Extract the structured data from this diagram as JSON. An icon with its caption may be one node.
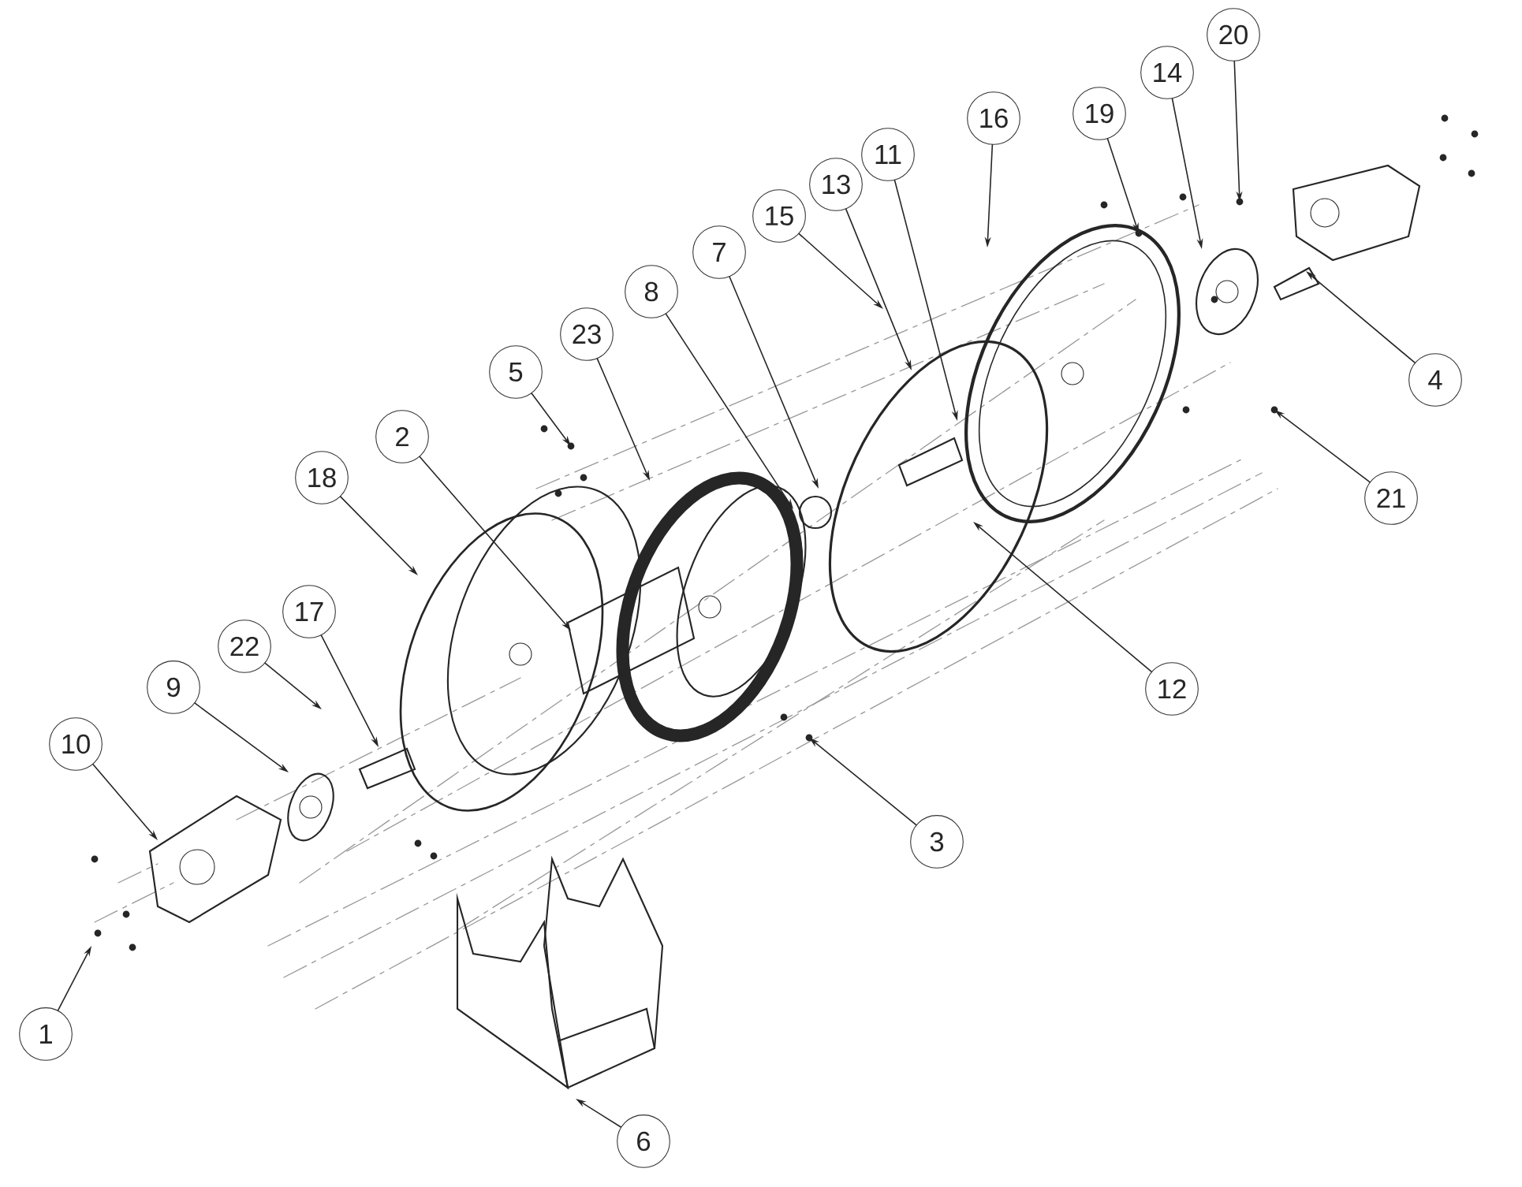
{
  "diagram": {
    "nodes": [
      {
        "text": [
          "20"
        ]
      },
      {
        "text": [
          "14"
        ]
      },
      {
        "text": [
          "16"
        ]
      },
      {
        "text": [
          "19"
        ]
      },
      {
        "text": [
          "11"
        ]
      },
      {
        "text": [
          "13"
        ]
      },
      {
        "text": [
          "15"
        ]
      },
      {
        "text": [
          "7"
        ]
      },
      {
        "text": [
          "8"
        ]
      },
      {
        "text": [
          "23"
        ]
      },
      {
        "text": [
          "5"
        ]
      },
      {
        "text": [
          "4"
        ]
      },
      {
        "text": [
          "2"
        ]
      },
      {
        "text": [
          "18"
        ]
      },
      {
        "text": [
          "21"
        ]
      },
      {
        "text": [
          "17"
        ]
      },
      {
        "text": [
          "22"
        ]
      },
      {
        "text": [
          "9"
        ]
      },
      {
        "text": [
          "12"
        ]
      },
      {
        "text": [
          "10"
        ]
      },
      {
        "text": [
          "3"
        ]
      },
      {
        "text": [
          "1"
        ]
      },
      {
        "text": [
          "6"
        ]
      }
    ],
    "edges": [
      {
        "from": 0,
        "to": null,
        "arrow": "to"
      },
      {
        "from": 1,
        "to": null,
        "arrow": "to"
      },
      {
        "from": 2,
        "to": null,
        "arrow": "to"
      },
      {
        "from": 3,
        "to": null,
        "arrow": "to"
      },
      {
        "from": 4,
        "to": null,
        "arrow": "to"
      },
      {
        "from": 5,
        "to": null,
        "arrow": "to"
      },
      {
        "from": 6,
        "to": null,
        "arrow": "to"
      },
      {
        "from": 7,
        "to": null,
        "arrow": "to"
      },
      {
        "from": 8,
        "to": null,
        "arrow": "to"
      },
      {
        "from": 9,
        "to": null,
        "arrow": "to"
      },
      {
        "from": 10,
        "to": null,
        "arrow": "to"
      },
      {
        "from": 11,
        "to": null,
        "arrow": "to"
      },
      {
        "from": 12,
        "to": null,
        "arrow": "to"
      },
      {
        "from": 13,
        "to": null,
        "arrow": "to"
      },
      {
        "from": 14,
        "to": null,
        "arrow": "to"
      },
      {
        "from": 15,
        "to": null,
        "arrow": "to"
      },
      {
        "from": 16,
        "to": null,
        "arrow": "to"
      },
      {
        "from": 17,
        "to": null,
        "arrow": "to"
      },
      {
        "from": 18,
        "to": null,
        "arrow": "to"
      },
      {
        "from": 19,
        "to": null,
        "arrow": "to"
      },
      {
        "from": 20,
        "to": null,
        "arrow": "to"
      },
      {
        "from": 21,
        "to": null,
        "arrow": "to"
      },
      {
        "from": 22,
        "to": null,
        "arrow": "to"
      }
    ]
  }
}
